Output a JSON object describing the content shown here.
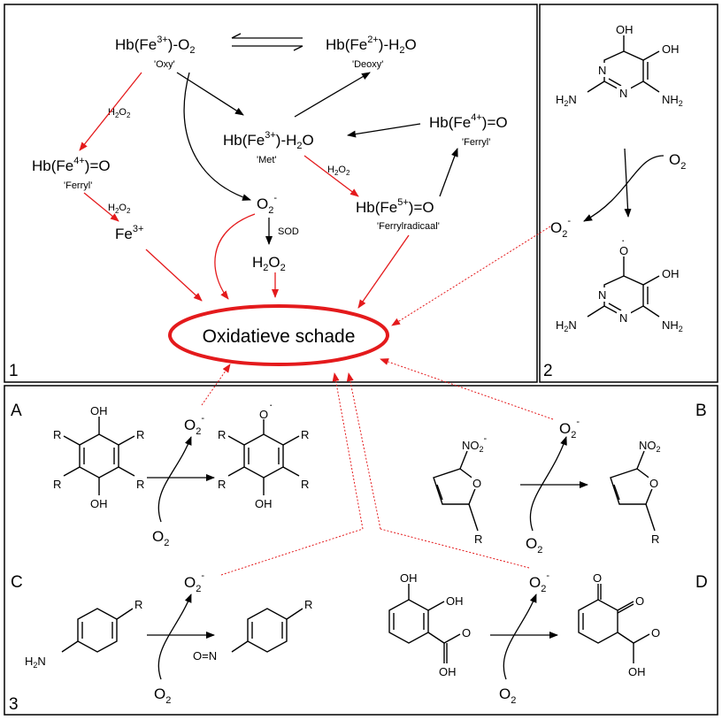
{
  "panels": {
    "p1": "1",
    "p2": "2",
    "p3": "3",
    "a": "A",
    "b": "B",
    "c": "C",
    "d": "D"
  },
  "hub": {
    "label": "Oxidatieve schade",
    "color": "#e41a1c"
  },
  "panel1": {
    "oxy": {
      "main": "Hb(Fe",
      "sup": "3+",
      "tail": ")-O",
      "sub": "2",
      "name": "'Oxy'"
    },
    "deoxy": {
      "main": "Hb(Fe",
      "sup": "2+",
      "tail": ")-H",
      "sub": "2",
      "tail2": "O",
      "name": "'Deoxy'"
    },
    "met": {
      "main": "Hb(Fe",
      "sup": "3+",
      "tail": ")-H",
      "sub": "2",
      "tail2": "O",
      "name": "'Met'"
    },
    "ferryl_left": {
      "main": "Hb(Fe",
      "sup": "4+",
      "tail": ")=O",
      "name": "'Ferryl'"
    },
    "ferryl_right": {
      "main": "Hb(Fe",
      "sup": "4+",
      "tail": ")=O",
      "name": "'Ferryl'"
    },
    "ferrylradical": {
      "main": "Hb(Fe",
      "sup": "5+",
      "tail": ")=O",
      "name": "'Ferrylradicaal'"
    },
    "fe3": {
      "main": "Fe",
      "sup": "3+"
    },
    "superoxide": {
      "main": "O",
      "sub": "2",
      "sup": "-"
    },
    "sod": "SOD",
    "h2o2": {
      "a": "H",
      "sub1": "2",
      "b": "O",
      "sub2": "2"
    },
    "h2o2_small": {
      "a": "H",
      "sub1": "2",
      "b": "O",
      "sub2": "2"
    }
  },
  "atoms": {
    "OH": "OH",
    "NH2": "NH",
    "H2N": "H",
    "N": "N",
    "R": "R",
    "O": "O",
    "NO2": "NO",
    "two": "2",
    "minus": "-",
    "dot": "·",
    "ON": "O=N"
  },
  "o2": {
    "main": "O",
    "sub": "2"
  },
  "superox": {
    "main": "O",
    "sub": "2",
    "sup": "-"
  }
}
